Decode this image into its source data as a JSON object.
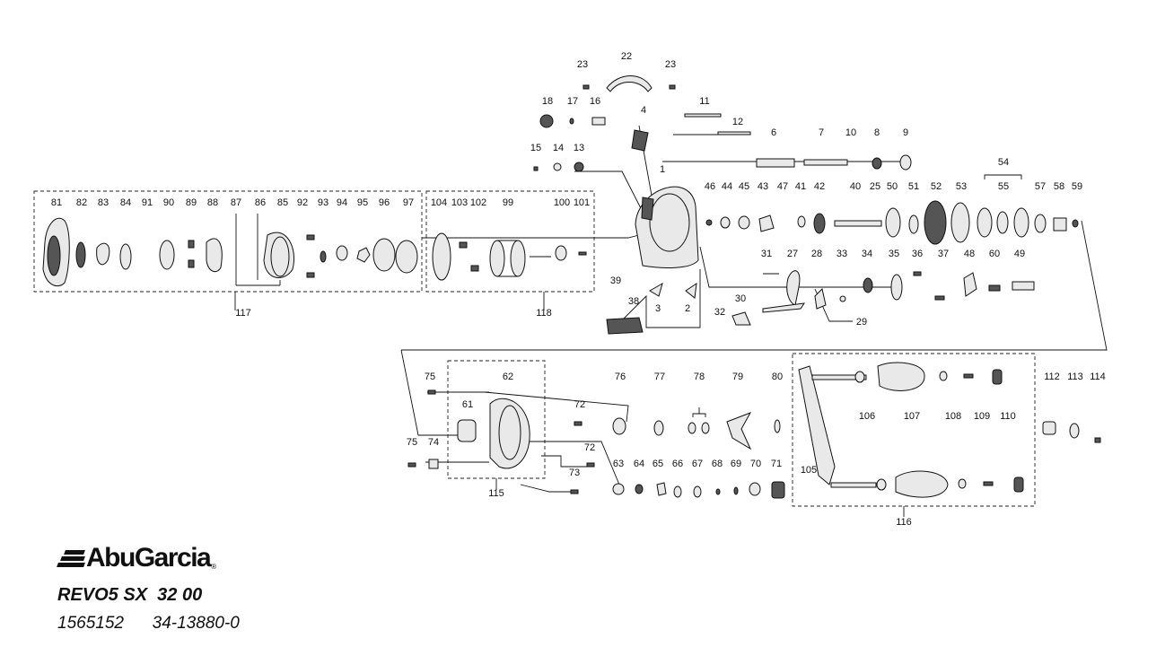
{
  "brand": {
    "name": "AbuGarcia",
    "registered": "®"
  },
  "model": {
    "name": "REVO5 SX  32 00"
  },
  "codes": {
    "first": "1565152",
    "second": "34-13880-0"
  },
  "parts": [
    "1",
    "2",
    "3",
    "4",
    "6",
    "7",
    "8",
    "9",
    "10",
    "11",
    "12",
    "13",
    "14",
    "15",
    "16",
    "17",
    "18",
    "22",
    "23",
    "25",
    "27",
    "28",
    "29",
    "30",
    "31",
    "32",
    "33",
    "34",
    "35",
    "36",
    "37",
    "38",
    "39",
    "40",
    "41",
    "42",
    "43",
    "44",
    "45",
    "46",
    "47",
    "48",
    "49",
    "50",
    "51",
    "52",
    "53",
    "54",
    "55",
    "57",
    "58",
    "59",
    "60",
    "61",
    "62",
    "63",
    "64",
    "65",
    "66",
    "67",
    "68",
    "69",
    "70",
    "71",
    "72",
    "73",
    "74",
    "75",
    "76",
    "77",
    "78",
    "79",
    "80",
    "81",
    "82",
    "83",
    "84",
    "85",
    "86",
    "87",
    "88",
    "89",
    "90",
    "91",
    "92",
    "93",
    "94",
    "95",
    "96",
    "97",
    "99",
    "100",
    "101",
    "102",
    "103",
    "104",
    "105",
    "106",
    "107",
    "108",
    "109",
    "110",
    "112",
    "113",
    "114",
    "115",
    "116",
    "117",
    "118"
  ]
}
